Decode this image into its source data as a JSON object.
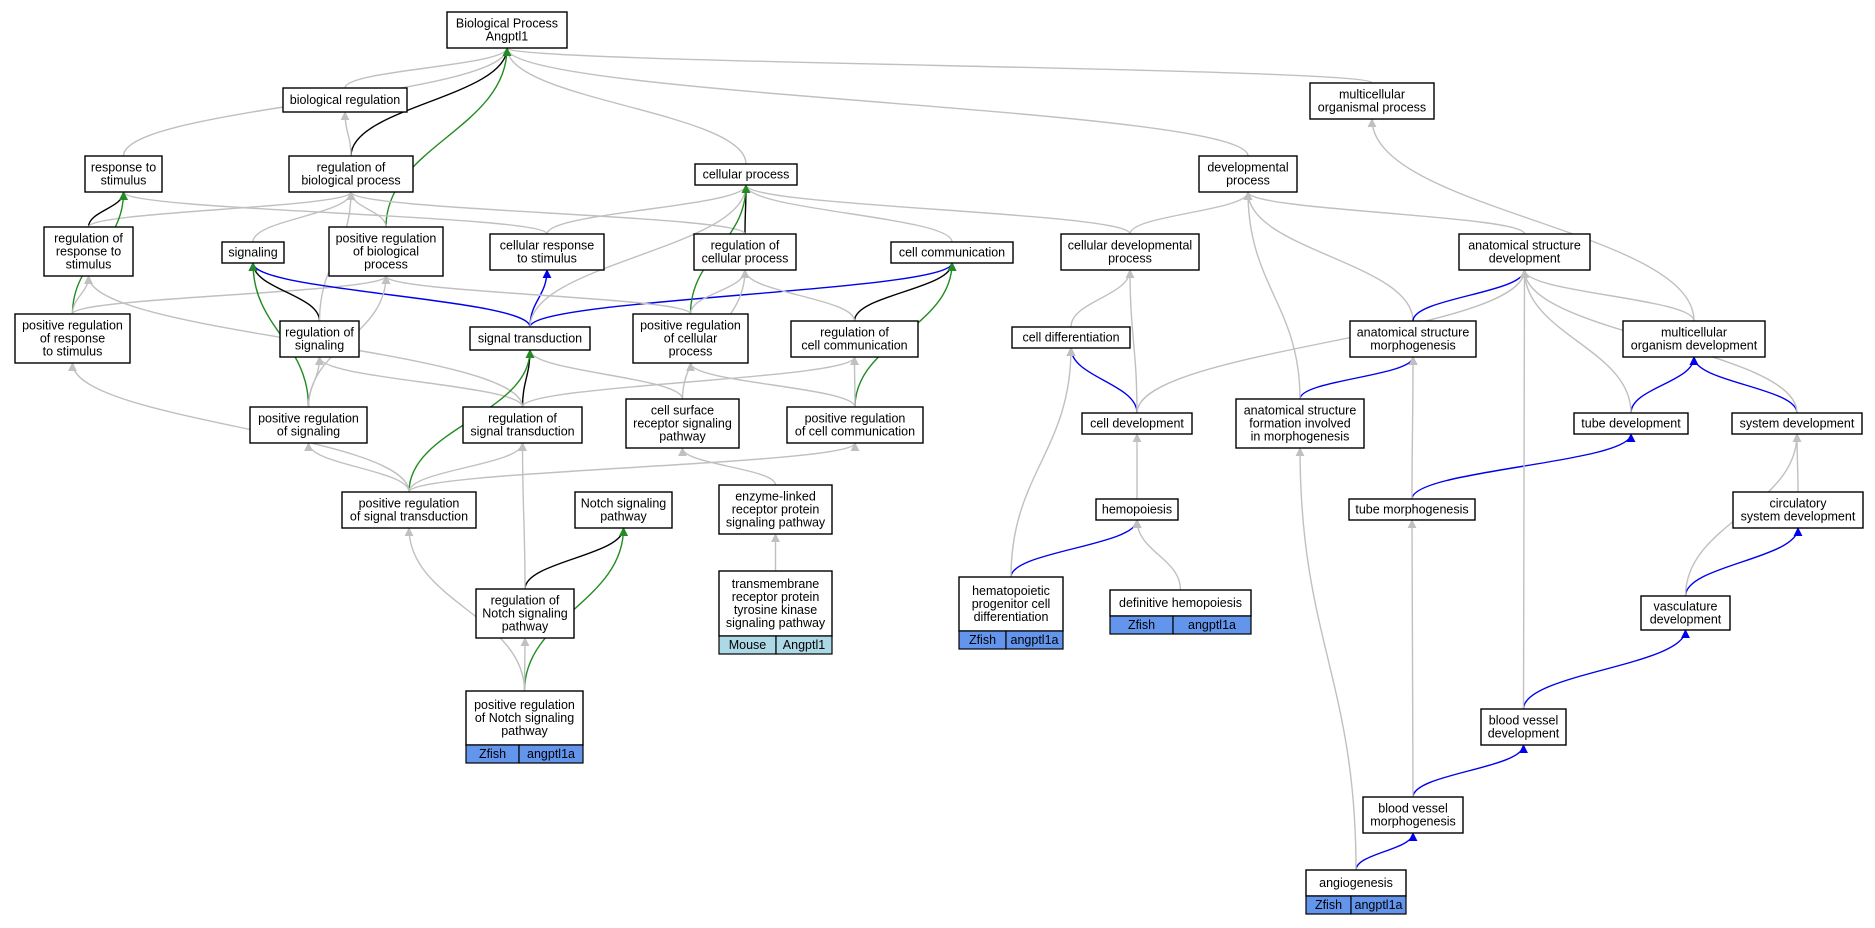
{
  "colors": {
    "is_a": "#c0c0c0",
    "part_of": "#000000",
    "regulates": "#0000ee",
    "positively_regulates": "#228b22",
    "zfish_cell": "#6495ed",
    "mouse_cell": "#add8e6"
  },
  "nodes": [
    {
      "id": "root",
      "lines": [
        "Biological Process",
        "Angptl1"
      ]
    },
    {
      "id": "bioreg",
      "lines": [
        "biological regulation"
      ]
    },
    {
      "id": "multiorg",
      "lines": [
        "multicellular",
        "organismal process"
      ]
    },
    {
      "id": "resp",
      "lines": [
        "response to",
        "stimulus"
      ]
    },
    {
      "id": "regbio",
      "lines": [
        "regulation of",
        "biological process"
      ]
    },
    {
      "id": "cellproc",
      "lines": [
        "cellular process"
      ]
    },
    {
      "id": "devproc",
      "lines": [
        "developmental",
        "process"
      ]
    },
    {
      "id": "regresp",
      "lines": [
        "regulation of",
        "response to",
        "stimulus"
      ]
    },
    {
      "id": "signaling",
      "lines": [
        "signaling"
      ]
    },
    {
      "id": "posregbio",
      "lines": [
        "positive regulation",
        "of biological",
        "process"
      ]
    },
    {
      "id": "cellresp",
      "lines": [
        "cellular response",
        "to stimulus"
      ]
    },
    {
      "id": "regcell",
      "lines": [
        "regulation of",
        "cellular process"
      ]
    },
    {
      "id": "cellcomm",
      "lines": [
        "cell communication"
      ]
    },
    {
      "id": "celldevproc",
      "lines": [
        "cellular developmental",
        "process"
      ]
    },
    {
      "id": "asd",
      "lines": [
        "anatomical structure",
        "development"
      ]
    },
    {
      "id": "posregresp",
      "lines": [
        "positive regulation",
        "of response",
        "to stimulus"
      ]
    },
    {
      "id": "regsig",
      "lines": [
        "regulation of",
        "signaling"
      ]
    },
    {
      "id": "sigtrans",
      "lines": [
        "signal transduction"
      ]
    },
    {
      "id": "posregcell",
      "lines": [
        "positive regulation",
        "of cellular",
        "process"
      ]
    },
    {
      "id": "regcomm",
      "lines": [
        "regulation of",
        "cell communication"
      ]
    },
    {
      "id": "celldiff",
      "lines": [
        "cell differentiation"
      ]
    },
    {
      "id": "asm",
      "lines": [
        "anatomical structure",
        "morphogenesis"
      ]
    },
    {
      "id": "mcdev",
      "lines": [
        "multicellular",
        "organism development"
      ]
    },
    {
      "id": "posregsig",
      "lines": [
        "positive regulation",
        "of signaling"
      ]
    },
    {
      "id": "regsigtrans",
      "lines": [
        "regulation of",
        "signal transduction"
      ]
    },
    {
      "id": "csrsp",
      "lines": [
        "cell surface",
        "receptor signaling",
        "pathway"
      ]
    },
    {
      "id": "posregcomm",
      "lines": [
        "positive regulation",
        "of cell communication"
      ]
    },
    {
      "id": "celldev",
      "lines": [
        "cell development"
      ]
    },
    {
      "id": "asf",
      "lines": [
        "anatomical structure",
        "formation involved",
        "in morphogenesis"
      ]
    },
    {
      "id": "tubedev",
      "lines": [
        "tube development"
      ]
    },
    {
      "id": "sysdev",
      "lines": [
        "system development"
      ]
    },
    {
      "id": "posregsigtrans",
      "lines": [
        "positive regulation",
        "of signal transduction"
      ]
    },
    {
      "id": "notch",
      "lines": [
        "Notch signaling",
        "pathway"
      ]
    },
    {
      "id": "enzyme",
      "lines": [
        "enzyme-linked",
        "receptor protein",
        "signaling pathway"
      ]
    },
    {
      "id": "hemo",
      "lines": [
        "hemopoiesis"
      ]
    },
    {
      "id": "tubemorph",
      "lines": [
        "tube morphogenesis"
      ]
    },
    {
      "id": "circ",
      "lines": [
        "circulatory",
        "system development"
      ]
    },
    {
      "id": "regnotch",
      "lines": [
        "regulation of",
        "Notch signaling",
        "pathway"
      ]
    },
    {
      "id": "tmrptk",
      "lines": [
        "transmembrane",
        "receptor protein",
        "tyrosine kinase",
        "signaling pathway"
      ],
      "annotation": [
        "Mouse",
        "Angptl1"
      ],
      "annot_color": "mouse"
    },
    {
      "id": "hpcd",
      "lines": [
        "hematopoietic",
        "progenitor cell",
        "differentiation"
      ],
      "annotation": [
        "Zfish",
        "angptl1a"
      ],
      "annot_color": "zfish"
    },
    {
      "id": "defhemo",
      "lines": [
        "definitive hemopoiesis"
      ],
      "annotation": [
        "Zfish",
        "angptl1a"
      ],
      "annot_color": "zfish"
    },
    {
      "id": "vasc",
      "lines": [
        "vasculature",
        "development"
      ]
    },
    {
      "id": "posregnotch",
      "lines": [
        "positive regulation",
        "of Notch signaling",
        "pathway"
      ],
      "annotation": [
        "Zfish",
        "angptl1a"
      ],
      "annot_color": "zfish"
    },
    {
      "id": "bvdev",
      "lines": [
        "blood vessel",
        "development"
      ]
    },
    {
      "id": "bvmorph",
      "lines": [
        "blood vessel",
        "morphogenesis"
      ]
    },
    {
      "id": "angio",
      "lines": [
        "angiogenesis"
      ],
      "annotation": [
        "Zfish",
        "angptl1a"
      ],
      "annot_color": "zfish"
    }
  ],
  "edges": [
    [
      "bioreg",
      "root",
      "is_a"
    ],
    [
      "multiorg",
      "root",
      "is_a"
    ],
    [
      "resp",
      "root",
      "is_a"
    ],
    [
      "regbio",
      "root",
      "part_of"
    ],
    [
      "regbio",
      "bioreg",
      "is_a"
    ],
    [
      "cellproc",
      "root",
      "is_a"
    ],
    [
      "devproc",
      "root",
      "is_a"
    ],
    [
      "posregbio",
      "root",
      "positively_regulates"
    ],
    [
      "posregbio",
      "regbio",
      "is_a"
    ],
    [
      "regresp",
      "resp",
      "part_of"
    ],
    [
      "regresp",
      "regbio",
      "is_a"
    ],
    [
      "signaling",
      "regbio",
      "is_a"
    ],
    [
      "cellresp",
      "resp",
      "is_a"
    ],
    [
      "cellresp",
      "cellproc",
      "is_a"
    ],
    [
      "regcell",
      "cellproc",
      "part_of"
    ],
    [
      "regcell",
      "regbio",
      "is_a"
    ],
    [
      "cellcomm",
      "cellproc",
      "is_a"
    ],
    [
      "celldevproc",
      "cellproc",
      "is_a"
    ],
    [
      "celldevproc",
      "devproc",
      "is_a"
    ],
    [
      "asd",
      "devproc",
      "is_a"
    ],
    [
      "posregresp",
      "resp",
      "positively_regulates"
    ],
    [
      "posregresp",
      "regresp",
      "is_a"
    ],
    [
      "posregresp",
      "posregbio",
      "is_a"
    ],
    [
      "regsig",
      "signaling",
      "part_of"
    ],
    [
      "regsig",
      "regbio",
      "is_a"
    ],
    [
      "sigtrans",
      "signaling",
      "regulates"
    ],
    [
      "sigtrans",
      "cellresp",
      "regulates"
    ],
    [
      "sigtrans",
      "cellcomm",
      "regulates"
    ],
    [
      "sigtrans",
      "cellproc",
      "is_a"
    ],
    [
      "posregcell",
      "cellproc",
      "positively_regulates"
    ],
    [
      "posregcell",
      "regcell",
      "is_a"
    ],
    [
      "posregcell",
      "posregbio",
      "is_a"
    ],
    [
      "regcomm",
      "cellcomm",
      "part_of"
    ],
    [
      "regcomm",
      "regcell",
      "is_a"
    ],
    [
      "celldiff",
      "celldevproc",
      "is_a"
    ],
    [
      "asm",
      "devproc",
      "is_a"
    ],
    [
      "asm",
      "asd",
      "regulates"
    ],
    [
      "mcdev",
      "multiorg",
      "is_a"
    ],
    [
      "mcdev",
      "asd",
      "is_a"
    ],
    [
      "posregsig",
      "signaling",
      "positively_regulates"
    ],
    [
      "posregsig",
      "regsig",
      "is_a"
    ],
    [
      "posregsig",
      "posregbio",
      "is_a"
    ],
    [
      "regsigtrans",
      "sigtrans",
      "part_of"
    ],
    [
      "regsigtrans",
      "regsig",
      "is_a"
    ],
    [
      "regsigtrans",
      "regresp",
      "is_a"
    ],
    [
      "regsigtrans",
      "regcomm",
      "is_a"
    ],
    [
      "csrsp",
      "sigtrans",
      "is_a"
    ],
    [
      "csrsp",
      "regcell",
      "is_a"
    ],
    [
      "posregcomm",
      "cellcomm",
      "positively_regulates"
    ],
    [
      "posregcomm",
      "regcomm",
      "is_a"
    ],
    [
      "posregcomm",
      "posregcell",
      "is_a"
    ],
    [
      "celldev",
      "celldiff",
      "regulates"
    ],
    [
      "celldev",
      "celldevproc",
      "is_a"
    ],
    [
      "celldev",
      "asd",
      "is_a"
    ],
    [
      "asf",
      "asm",
      "regulates"
    ],
    [
      "asf",
      "devproc",
      "is_a"
    ],
    [
      "tubedev",
      "mcdev",
      "regulates"
    ],
    [
      "tubedev",
      "asd",
      "is_a"
    ],
    [
      "sysdev",
      "mcdev",
      "regulates"
    ],
    [
      "sysdev",
      "asd",
      "is_a"
    ],
    [
      "posregsigtrans",
      "sigtrans",
      "positively_regulates"
    ],
    [
      "posregsigtrans",
      "regsigtrans",
      "is_a"
    ],
    [
      "posregsigtrans",
      "posregsig",
      "is_a"
    ],
    [
      "posregsigtrans",
      "posregresp",
      "is_a"
    ],
    [
      "posregsigtrans",
      "posregcomm",
      "is_a"
    ],
    [
      "enzyme",
      "csrsp",
      "is_a"
    ],
    [
      "hemo",
      "celldev",
      "is_a"
    ],
    [
      "tubemorph",
      "tubedev",
      "regulates"
    ],
    [
      "tubemorph",
      "asm",
      "is_a"
    ],
    [
      "circ",
      "sysdev",
      "is_a"
    ],
    [
      "regnotch",
      "notch",
      "part_of"
    ],
    [
      "regnotch",
      "regsigtrans",
      "is_a"
    ],
    [
      "tmrptk",
      "enzyme",
      "is_a"
    ],
    [
      "hpcd",
      "hemo",
      "regulates"
    ],
    [
      "hpcd",
      "celldiff",
      "is_a"
    ],
    [
      "defhemo",
      "hemo",
      "is_a"
    ],
    [
      "vasc",
      "circ",
      "regulates"
    ],
    [
      "vasc",
      "sysdev",
      "is_a"
    ],
    [
      "posregnotch",
      "notch",
      "positively_regulates"
    ],
    [
      "posregnotch",
      "regnotch",
      "is_a"
    ],
    [
      "posregnotch",
      "posregsigtrans",
      "is_a"
    ],
    [
      "bvdev",
      "vasc",
      "regulates"
    ],
    [
      "bvdev",
      "asd",
      "is_a"
    ],
    [
      "bvmorph",
      "bvdev",
      "regulates"
    ],
    [
      "bvmorph",
      "tubemorph",
      "is_a"
    ],
    [
      "angio",
      "bvmorph",
      "regulates"
    ],
    [
      "angio",
      "asf",
      "is_a"
    ]
  ]
}
